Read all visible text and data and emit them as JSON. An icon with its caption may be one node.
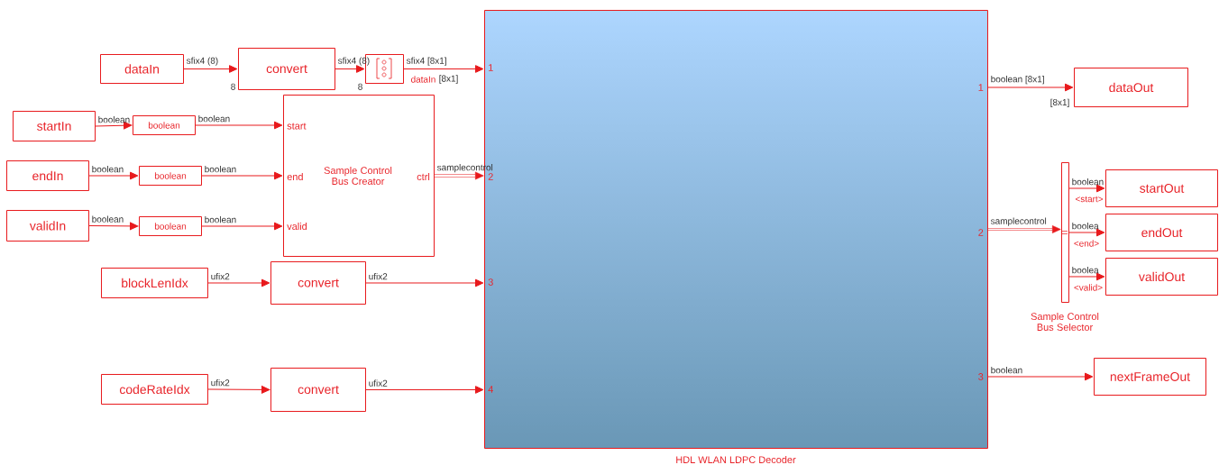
{
  "diagram": {
    "nodes": [
      {
        "text": [
          "dataIn"
        ]
      },
      {
        "text": [
          "convert"
        ],
        "beside": [
          "8"
        ]
      },
      {
        "text": [],
        "shape": "box",
        "beside": [
          "8"
        ]
      },
      {
        "text": [
          "Sample Control Bus Creator",
          "start",
          "end",
          "valid",
          "ctrl"
        ]
      },
      {
        "text": [
          "startIn"
        ]
      },
      {
        "text": [
          "boolean"
        ]
      },
      {
        "text": [
          "endIn"
        ]
      },
      {
        "text": [
          "boolean"
        ]
      },
      {
        "text": [
          "validIn"
        ]
      },
      {
        "text": [
          "boolean"
        ]
      },
      {
        "text": [
          "blockLenIdx"
        ]
      },
      {
        "text": [
          "convert"
        ]
      },
      {
        "text": [
          "codeRateIdx"
        ]
      },
      {
        "text": [
          "convert"
        ]
      },
      {
        "text": [
          "HDL WLAN LDPC Decoder",
          "1",
          "2",
          "3",
          "4",
          "1",
          "2",
          "3"
        ]
      },
      {
        "text": [
          "dataOut"
        ],
        "beside": [
          "[8x1]"
        ]
      },
      {
        "text": [
          "Sample Control Bus Selector"
        ]
      },
      {
        "text": [
          "startOut"
        ]
      },
      {
        "text": [
          "endOut"
        ]
      },
      {
        "text": [
          "validOut"
        ]
      },
      {
        "text": [
          "nextFrameOut"
        ]
      }
    ],
    "edges": [
      {
        "from": 0,
        "to": 1,
        "arrow": "to",
        "label": "sfix4 (8)"
      },
      {
        "from": 1,
        "to": 2,
        "arrow": "to",
        "label": "sfix4 (8)"
      },
      {
        "from": 2,
        "to": 14,
        "arrow": "to",
        "label": "sfix4 [8x1]"
      },
      {
        "from": 4,
        "to": 5,
        "arrow": "to",
        "label": "boolean"
      },
      {
        "from": 5,
        "to": 3,
        "arrow": "to",
        "label": "boolean"
      },
      {
        "from": 6,
        "to": 7,
        "arrow": "to",
        "label": "boolean"
      },
      {
        "from": 7,
        "to": 3,
        "arrow": "to",
        "label": "boolean"
      },
      {
        "from": 8,
        "to": 9,
        "arrow": "to",
        "label": "boolean"
      },
      {
        "from": 9,
        "to": 3,
        "arrow": "to",
        "label": "boolean"
      },
      {
        "from": 3,
        "to": 14,
        "arrow": "to",
        "label": "samplecontrol",
        "style": "dashed"
      },
      {
        "from": 10,
        "to": 11,
        "arrow": "to",
        "label": "ufix2"
      },
      {
        "from": 11,
        "to": 14,
        "arrow": "to",
        "label": "ufix2"
      },
      {
        "from": 12,
        "to": 13,
        "arrow": "to",
        "label": "ufix2"
      },
      {
        "from": 13,
        "to": 14,
        "arrow": "to",
        "label": "ufix2"
      },
      {
        "from": 14,
        "to": 15,
        "arrow": "to",
        "label": "boolean [8x1]"
      },
      {
        "from": 14,
        "to": 16,
        "arrow": "to",
        "label": "samplecontrol",
        "style": "dashed"
      },
      {
        "from": 16,
        "to": 17,
        "arrow": "to",
        "label": "boolean"
      },
      {
        "from": 16,
        "to": 18,
        "arrow": "to",
        "label": "boolea"
      },
      {
        "from": 16,
        "to": 19,
        "arrow": "to",
        "label": "boolea"
      },
      {
        "from": 14,
        "to": 20,
        "arrow": "to",
        "label": "boolean"
      }
    ],
    "labels": [
      "dataIn",
      "[8x1]",
      "<start>",
      "<end>",
      "<valid>"
    ]
  }
}
